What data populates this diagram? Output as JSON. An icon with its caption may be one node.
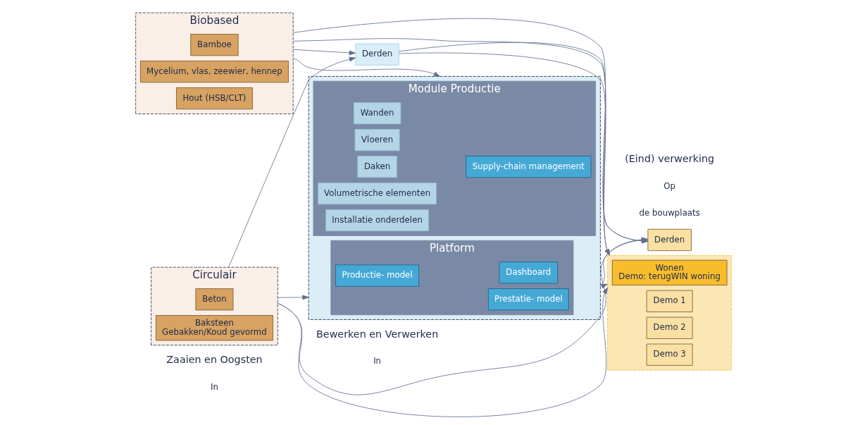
{
  "diagram": {
    "nodes": [
      {
        "text": [
          "Circulair"
        ]
      },
      {
        "text": [
          "Beton"
        ],
        "in": 0
      },
      {
        "text": [
          "Baksteen",
          "Gebakken/Koud gevormd"
        ],
        "in": 0
      },
      {
        "text": [
          "Biobased"
        ]
      },
      {
        "text": [
          "Bamboe"
        ],
        "in": 3
      },
      {
        "text": [
          "Mycelium, vlas, zeewier, hennep"
        ],
        "in": 3
      },
      {
        "text": [
          "Hout (HSB/CLT)"
        ],
        "in": 3
      },
      {
        "text": [],
        "shape": "box"
      },
      {
        "text": [
          "Platform"
        ],
        "in": 7
      },
      {
        "text": [
          "Prestatie- model"
        ],
        "in": 8
      },
      {
        "text": [
          "Productie- model"
        ],
        "in": 8
      },
      {
        "text": [
          "Dashboard"
        ],
        "in": 8
      },
      {
        "text": [
          "Module Productie"
        ],
        "in": 7
      },
      {
        "text": [
          "Supply-chain management"
        ],
        "in": 12
      },
      {
        "text": [
          "Wanden"
        ],
        "in": 12
      },
      {
        "text": [
          "Vloeren"
        ],
        "in": 12
      },
      {
        "text": [
          "Daken"
        ],
        "in": 12
      },
      {
        "text": [
          "Volumetrische elementen"
        ],
        "in": 12
      },
      {
        "text": [
          "Installatie onderdelen"
        ],
        "in": 12
      },
      {
        "text": [
          "Derden"
        ]
      },
      {
        "text": [],
        "shape": "box"
      },
      {
        "text": [
          "Wonen",
          "Demo: terugWIN woning"
        ],
        "in": 20
      },
      {
        "text": [
          "Demo 1"
        ],
        "in": 20
      },
      {
        "text": [
          "Demo 2"
        ],
        "in": 20
      },
      {
        "text": [
          "Demo 3"
        ],
        "in": 20
      },
      {
        "text": [
          "Derden"
        ]
      }
    ],
    "edges": [
      {
        "from": 0,
        "to": 7,
        "arrow": "to"
      },
      {
        "from": 3,
        "to": 7,
        "arrow": "to"
      },
      {
        "from": 0,
        "to": 19,
        "arrow": "to"
      },
      {
        "from": 3,
        "to": 19,
        "arrow": "to"
      },
      {
        "from": 0,
        "to": 20,
        "arrow": "to"
      },
      {
        "from": 3,
        "to": 20,
        "arrow": "to"
      },
      {
        "from": 0,
        "to": 25,
        "arrow": "to"
      },
      {
        "from": 3,
        "to": 25,
        "arrow": "to"
      },
      {
        "from": 7,
        "to": 20,
        "arrow": "to"
      },
      {
        "from": 7,
        "to": 25,
        "arrow": "to"
      },
      {
        "from": 19,
        "to": 20,
        "arrow": "to"
      },
      {
        "from": 19,
        "to": 25,
        "arrow": "to"
      }
    ],
    "labels": [
      "Zaaien en Oogsten",
      "In",
      "Bewerken en Verwerken",
      "In",
      "(Eind) verwerking",
      "Op",
      "de bouwplaats"
    ]
  }
}
